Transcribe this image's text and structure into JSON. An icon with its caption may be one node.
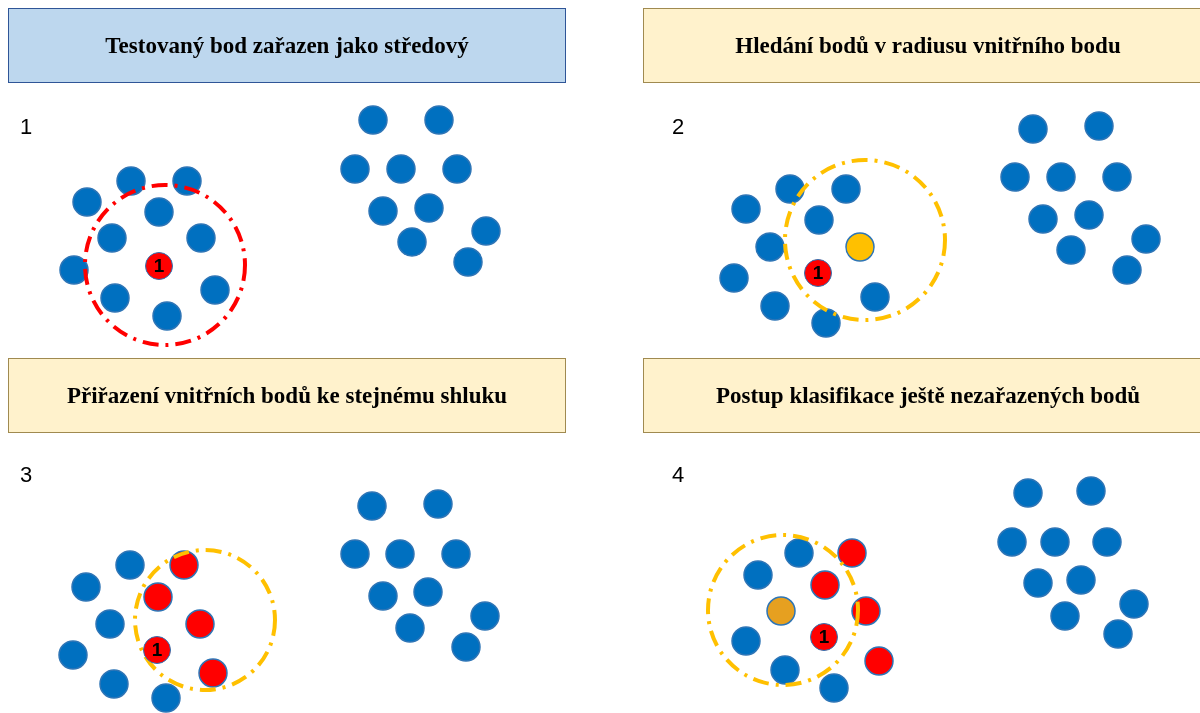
{
  "diagram": {
    "nodes": [
      {
        "text": [
          "Testovaný bod zařazen jako středový"
        ]
      },
      {
        "text": [
          "Hledání bodů v radiusu vnitřního bodu"
        ]
      },
      {
        "text": [
          "1"
        ]
      },
      {
        "text": [
          "1"
        ]
      },
      {
        "text": [
          "Přiřazení vnitřních bodů ke stejnému shluku"
        ]
      },
      {
        "text": [
          "Postup klasifikace ještě nezařazených bodů"
        ]
      },
      {
        "text": [
          "1"
        ]
      },
      {
        "text": [
          "1"
        ]
      }
    ],
    "edges": [],
    "labels": [
      "1",
      "2",
      "3",
      "4"
    ]
  }
}
